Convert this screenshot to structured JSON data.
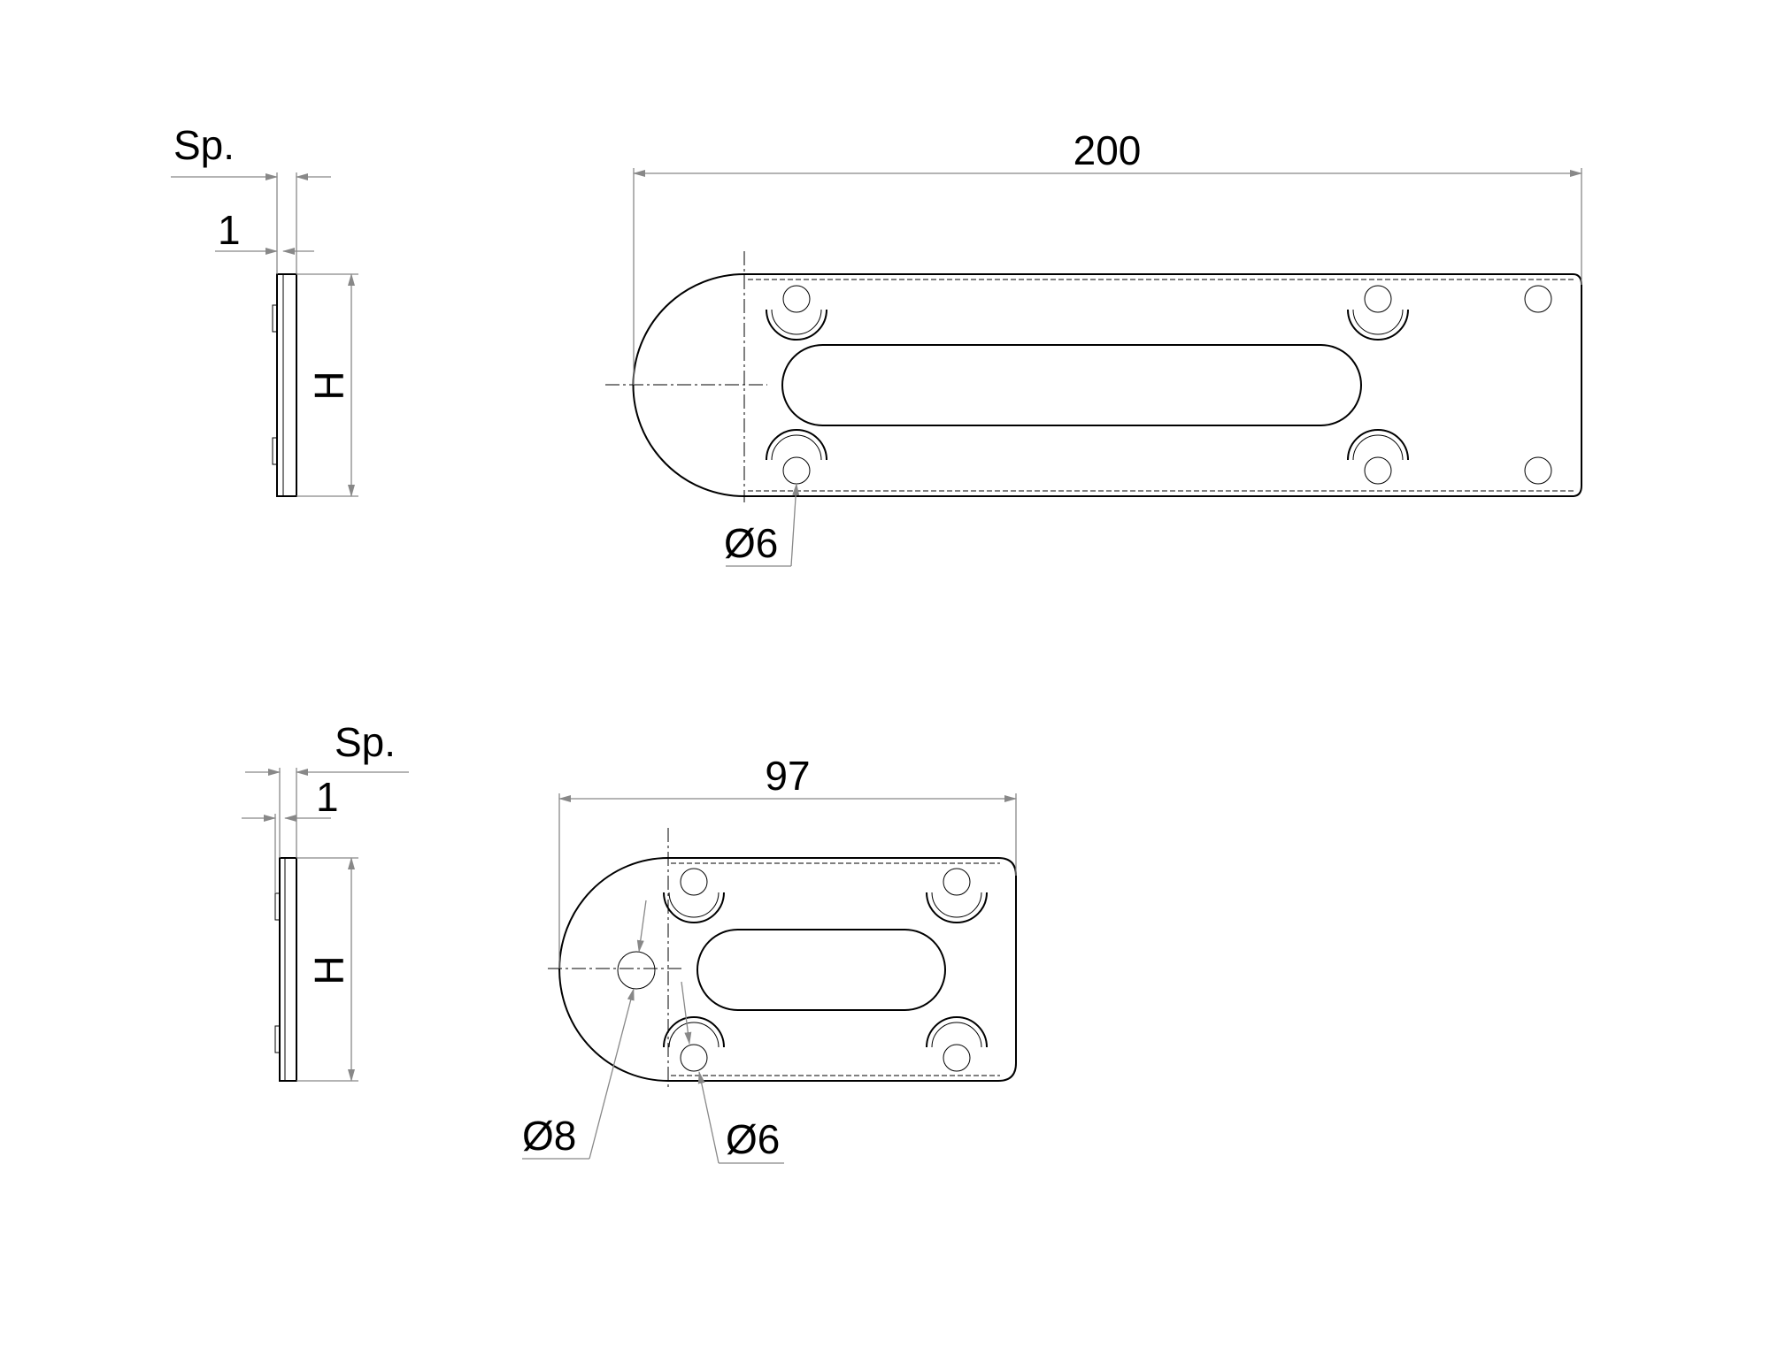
{
  "top_view": {
    "thickness_label": "Sp.",
    "offset_label": "1",
    "height_label": "H",
    "length_label": "200",
    "hole_label": "Ø6"
  },
  "bottom_view": {
    "thickness_label": "Sp.",
    "offset_label": "1",
    "height_label": "H",
    "length_label": "97",
    "center_hole_label": "Ø8",
    "hole_label": "Ø6"
  }
}
